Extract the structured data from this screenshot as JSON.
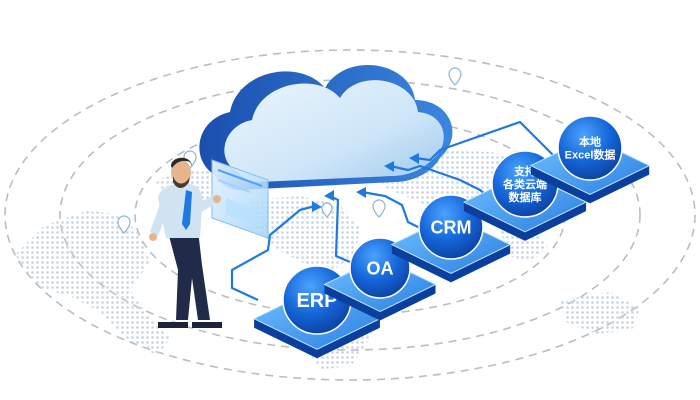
{
  "nodes": [
    {
      "id": "erp",
      "label": "ERP"
    },
    {
      "id": "oa",
      "label": "OA"
    },
    {
      "id": "crm",
      "label": "CRM"
    },
    {
      "id": "cloud-db",
      "label_lines": [
        "支持",
        "各类云端",
        "数据库"
      ]
    },
    {
      "id": "excel",
      "label_lines": [
        "本地",
        "Excel数据"
      ]
    }
  ],
  "colors": {
    "node_fill": "#1565d8",
    "node_dark": "#0b3f9e",
    "cloud_light": "#cfe6f8",
    "cloud_dark": "#1d56b8",
    "flow_line": "#1f7ae0",
    "map_dots": "#c9d6e3",
    "orbit": "#b7bec6"
  },
  "icons": [
    "cloud-icon",
    "person-figure",
    "map-pin-icon",
    "world-map-dots"
  ]
}
